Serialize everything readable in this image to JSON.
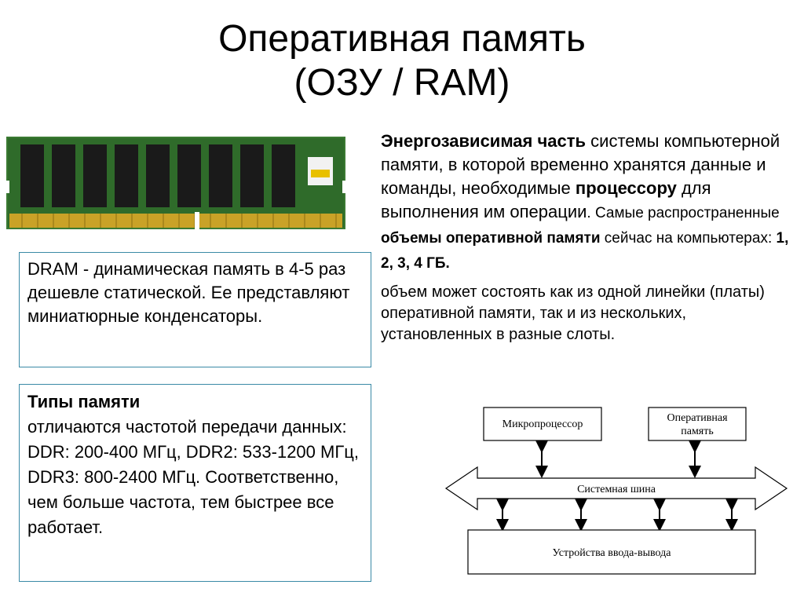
{
  "title": {
    "line1": "Оперативная память",
    "line2": "(ОЗУ / RAM)"
  },
  "description": {
    "term": "Энергозависимая часть",
    "t1": " системы компьютерной памяти, в которой временно хранятся данные и команды, необходимые ",
    "processor": "процессору",
    "t2": " для выполнения им операции",
    "dot": ".",
    "t3": " Самые распространенные ",
    "volumes": "объемы оперативной памяти",
    "t4": " сейчас на компьютерах: ",
    "sizes": "1, 2, 3, 4 ГБ.",
    "p2": "объем может состоять как из одной линейки (платы) оперативной памяти, так и из нескольких, установленных в разные слоты."
  },
  "dram_box": {
    "text": "DRAM - динамическая память в 4-5 раз дешевле статической. Ее представляют миниатюрные конденсаторы."
  },
  "types_box": {
    "heading": "Типы памяти",
    "text": "отличаются частотой передачи данных: DDR: 200-400 МГц, DDR2: 533-1200 МГц, DDR3: 800-2400 МГц. Соответственно, чем больше частота, тем быстрее все работает."
  },
  "diagram": {
    "cpu": "Микропроцессор",
    "ram_line1": "Оперативная",
    "ram_line2": "память",
    "bus": "Системная шина",
    "io": "Устройства ввода-вывода"
  },
  "colors": {
    "box_border": "#3a8aa6",
    "pcb_green": "#2f6b2a",
    "chip_black": "#1a1a1a",
    "contacts_gold": "#c9a227"
  }
}
